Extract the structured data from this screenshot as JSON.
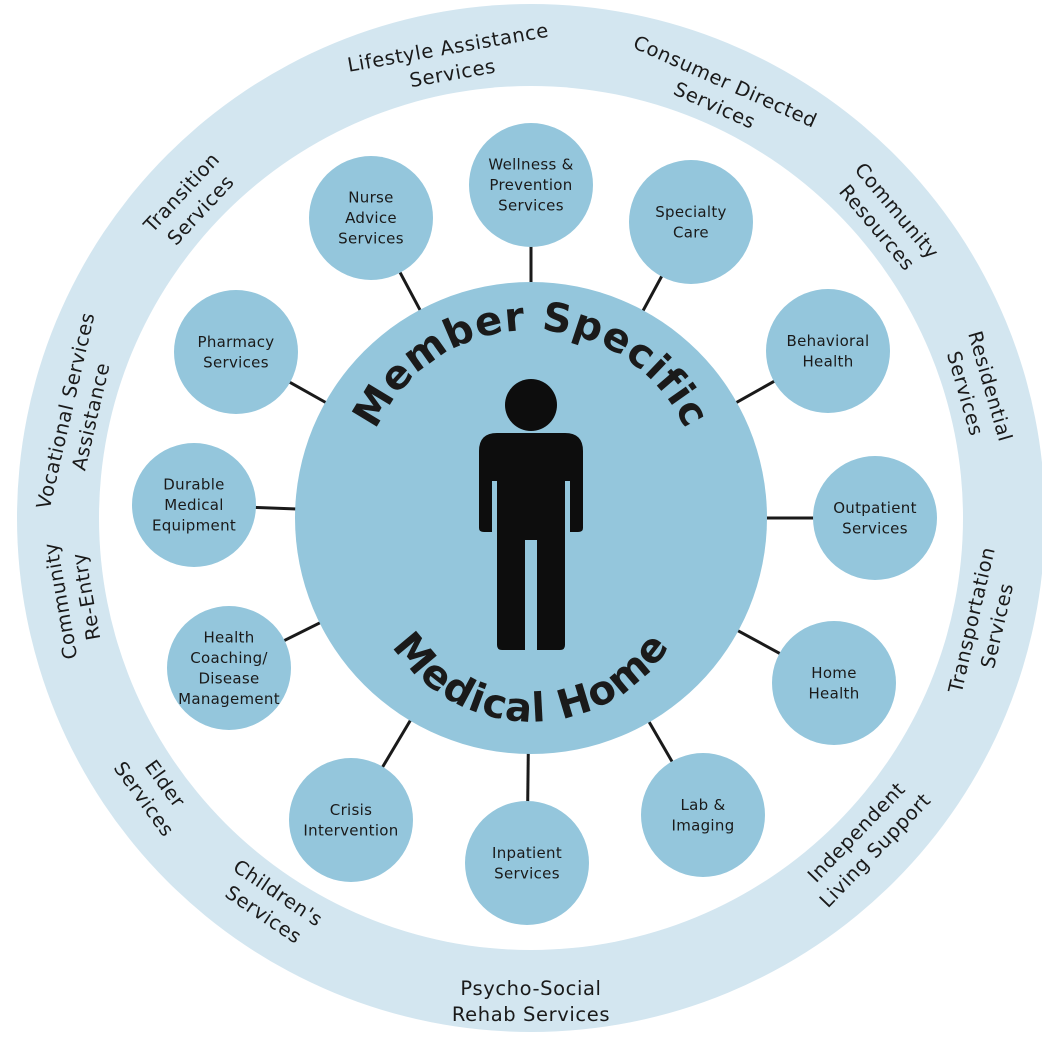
{
  "center": {
    "top_label": "Member Specific",
    "bottom_label": "Medical Home",
    "icon": "person-icon"
  },
  "services": [
    {
      "id": "wellness",
      "lines": [
        "Wellness &",
        "Prevention",
        "Services"
      ]
    },
    {
      "id": "specialty-care",
      "lines": [
        "Specialty",
        "Care"
      ]
    },
    {
      "id": "behavioral-health",
      "lines": [
        "Behavioral",
        "Health"
      ]
    },
    {
      "id": "outpatient",
      "lines": [
        "Outpatient",
        "Services"
      ]
    },
    {
      "id": "home-health",
      "lines": [
        "Home",
        "Health"
      ]
    },
    {
      "id": "lab-imaging",
      "lines": [
        "Lab &",
        "Imaging"
      ]
    },
    {
      "id": "inpatient",
      "lines": [
        "Inpatient",
        "Services"
      ]
    },
    {
      "id": "crisis",
      "lines": [
        "Crisis",
        "Intervention"
      ]
    },
    {
      "id": "health-coaching",
      "lines": [
        "Health",
        "Coaching/",
        "Disease",
        "Management"
      ]
    },
    {
      "id": "dme",
      "lines": [
        "Durable",
        "Medical",
        "Equipment"
      ]
    },
    {
      "id": "pharmacy",
      "lines": [
        "Pharmacy",
        "Services"
      ]
    },
    {
      "id": "nurse-advice",
      "lines": [
        "Nurse",
        "Advice",
        "Services"
      ]
    }
  ],
  "ring_labels": [
    {
      "id": "lifestyle",
      "lines": [
        "Lifestyle Assistance",
        "Services"
      ]
    },
    {
      "id": "consumer-directed",
      "lines": [
        "Consumer Directed",
        "Services"
      ]
    },
    {
      "id": "community-resources",
      "lines": [
        "Community",
        "Resources"
      ]
    },
    {
      "id": "residential",
      "lines": [
        "Residential",
        "Services"
      ]
    },
    {
      "id": "transportation",
      "lines": [
        "Transportation",
        "Services"
      ]
    },
    {
      "id": "independent-living",
      "lines": [
        "Independent",
        "Living Support"
      ]
    },
    {
      "id": "psycho-social",
      "lines": [
        "Psycho-Social",
        "Rehab Services"
      ]
    },
    {
      "id": "childrens",
      "lines": [
        "Children's",
        "Services"
      ]
    },
    {
      "id": "elder",
      "lines": [
        "Elder",
        "Services"
      ]
    },
    {
      "id": "community-reentry",
      "lines": [
        "Community",
        "Re-Entry"
      ]
    },
    {
      "id": "vocational",
      "lines": [
        "Vocational Services",
        "Assistance"
      ]
    },
    {
      "id": "transition",
      "lines": [
        "Transition",
        "Services"
      ]
    }
  ],
  "colors": {
    "outer_ring": "#d3e6f0",
    "inner_white": "#ffffff",
    "hub": "#94c6dc",
    "node": "#94c6dc",
    "connector": "#1a1a1a",
    "text": "#1a1a1a"
  }
}
